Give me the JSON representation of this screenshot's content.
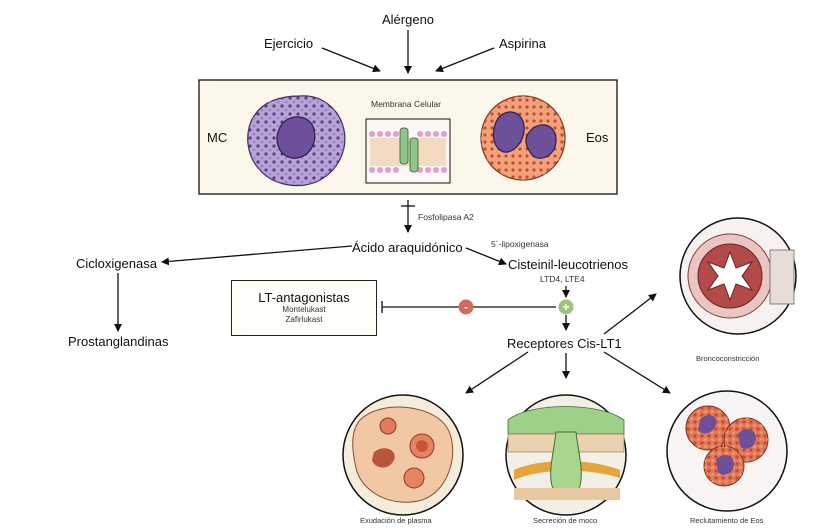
{
  "triggers": {
    "top": "Alérgeno",
    "left": "Ejercicio",
    "right": "Aspirina"
  },
  "cells_panel": {
    "left_label": "MC",
    "membrane_label": "Membrana Celular",
    "right_label": "Eos"
  },
  "enzyme_pla2": "Fosfolipasa A2",
  "arachidonic": "Ácido araquidónico",
  "lipoxygenase": "5´-lipoxigenasa",
  "cyclooxygenase": "Cicloxigenasa",
  "prostaglandins": "Prostanglandinas",
  "cysteinyl": "Cisteinil-leucotrienos",
  "cysteinyl_types": "LTD4, LTE4",
  "antagonists": {
    "title": "LT-antagonistas",
    "drug1": "Montelukast",
    "drug2": "Zafirlukast"
  },
  "inhibit_sign": "-",
  "activate_sign": "+",
  "receptors": "Receptores Cis-LT1",
  "effects": {
    "bronchoconstriction": "Broncoconstricción",
    "plasma": "Exudación de plasma",
    "mucus": "Secreción de moco",
    "eos": "Reclutamiento de Eos"
  },
  "colors": {
    "minus_circle": "#d46a5f",
    "plus_circle": "#9cc47a",
    "mast_cell": "#7b5fa3",
    "eosinophil": "#d9684a"
  }
}
